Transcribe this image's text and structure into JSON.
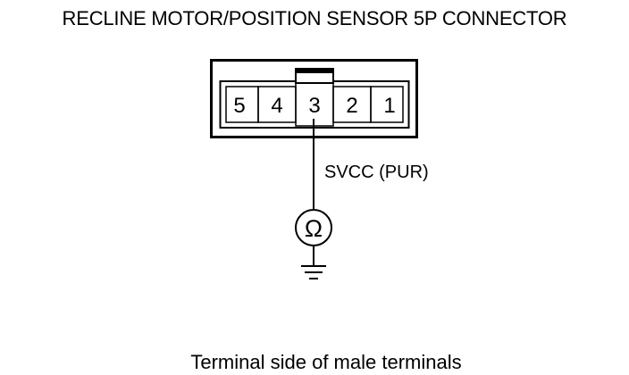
{
  "title": "RECLINE MOTOR/POSITION SENSOR 5P CONNECTOR",
  "connector": {
    "pins": [
      "5",
      "4",
      "3",
      "2",
      "1"
    ],
    "probed_pin": "3"
  },
  "wire_label": "SVCC (PUR)",
  "meter_symbol": "Ω",
  "caption": "Terminal side of male terminals"
}
